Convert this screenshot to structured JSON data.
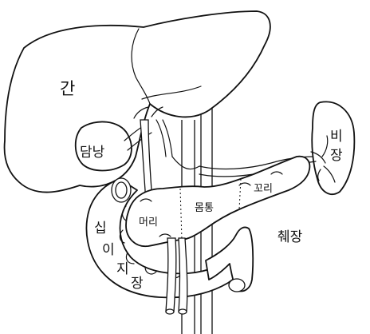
{
  "labels": {
    "liver": "간",
    "gallbladder": "담낭",
    "spleen_1": "비",
    "spleen_2": "장",
    "pancreas": "췌장",
    "pancreas_head": "머리",
    "pancreas_body": "몸통",
    "pancreas_tail": "꼬리",
    "duodenum_1": "십",
    "duodenum_2": "이",
    "duodenum_3": "지",
    "duodenum_4": "장"
  },
  "colors": {
    "stroke": "#111111",
    "fill": "#ffffff"
  }
}
